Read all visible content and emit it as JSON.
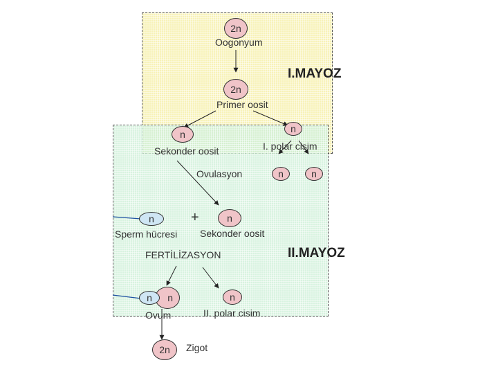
{
  "cells": {
    "oogonium": "2n",
    "primary_oocyte": "2n",
    "secondary_oocyte_1": "n",
    "first_polar_body": "n",
    "polar_div_a": "n",
    "polar_div_b": "n",
    "sperm": "n",
    "secondary_oocyte_2": "n",
    "ovum_sperm": "n",
    "ovum": "n",
    "second_polar_body": "n",
    "zygote": "2n"
  },
  "labels": {
    "oogonium": "Oogonyum",
    "primary_oocyte": "Primer oosit",
    "secondary_oocyte_1": "Sekonder oosit",
    "first_polar_body": "I. polar cisim",
    "ovulation": "Ovulasyon",
    "sperm": "Sperm hücresi",
    "secondary_oocyte_2": "Sekonder oosit",
    "fertilization": "FERTİLİZASYON",
    "ovum": "Ovum",
    "second_polar_body": "II. polar cisim",
    "zygote": "Zigot",
    "plus": "+"
  },
  "headings": {
    "meiosis_1": "I.MAYOZ",
    "meiosis_2": "II.MAYOZ"
  },
  "colors": {
    "meiosis_1_box": "#f7f2b8",
    "meiosis_2_box": "#cdf0d7",
    "egg_cell": "#f0c4c8",
    "sperm_cell": "#cfe6f4"
  }
}
